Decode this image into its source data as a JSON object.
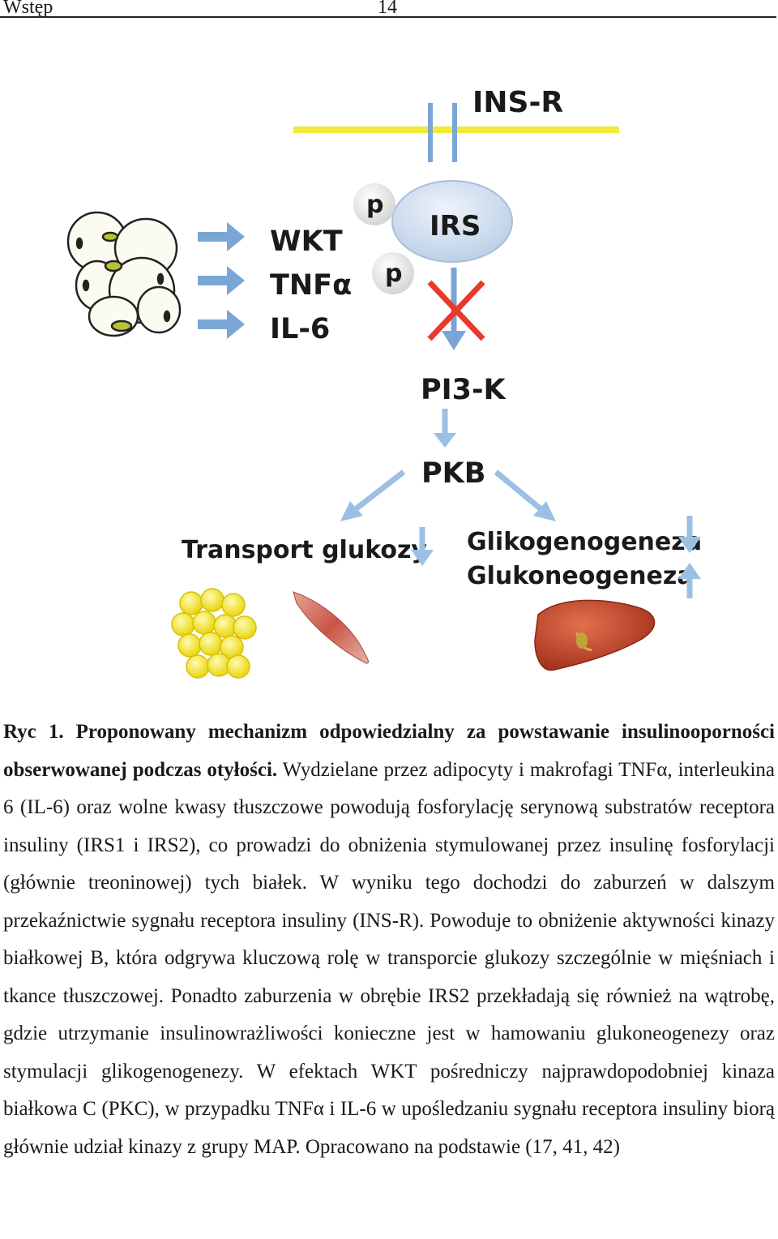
{
  "header": {
    "section": "Wstęp",
    "page_number": "14"
  },
  "figure": {
    "labels": {
      "ins_r": "INS-R",
      "irs": "IRS",
      "p_top": "p",
      "p_bottom": "p",
      "wkt": "WKT",
      "tnfa": "TNFα",
      "il6": "IL-6",
      "pi3k": "PI3-K",
      "pkb": "PKB",
      "transport": "Transport glukozy",
      "glikogenogeneza": "Glikogenogeneza",
      "glukoneogeneza": "Glukoneogeneza"
    },
    "colors": {
      "membrane": "#f2ea3a",
      "receptor": "#7aa6d6",
      "arrow": "#9cc0e4",
      "irs_fill": "#d6e2f1",
      "block": "#e8392c",
      "fat": "#f6ea2c",
      "muscle": "#c8584e",
      "liver": "#c0442c"
    },
    "icons": [
      "adipocyte-cluster-icon",
      "fat-globules-icon",
      "muscle-icon",
      "liver-icon"
    ]
  },
  "caption": {
    "bold_part": "Ryc 1. Proponowany mechanizm odpowiedzialny za powstawanie insulinooporności obserwowanej podczas otyłości.",
    "text_part": " Wydzielane przez adipocyty i makrofagi TNFα, interleukina 6 (IL-6) oraz wolne kwasy tłuszczowe powodują fosforylację serynową substratów receptora insuliny (IRS1 i IRS2), co prowadzi do obniżenia stymulowanej przez insulinę fosforylacji (głównie treoninowej) tych białek. W wyniku tego dochodzi do zaburzeń w dalszym przekaźnictwie sygnału receptora insuliny (INS-R). Powoduje to obniżenie aktywności kinazy białkowej B, która odgrywa kluczową rolę w transporcie glukozy szczególnie w mięśniach i tkance tłuszczowej. Ponadto zaburzenia w obrębie IRS2 przekładają się również na wątrobę, gdzie utrzymanie insulinowrażliwości konieczne jest w hamowaniu glukoneogenezy oraz stymulacji glikogenogenezy. W efektach WKT pośredniczy najprawdopodobniej kinaza białkowa C (PKC), w przypadku TNFα i IL-6 w upośledzaniu sygnału receptora insuliny biorą głównie udział kinazy z grupy MAP. Opracowano na podstawie (17, 41, 42)"
  }
}
